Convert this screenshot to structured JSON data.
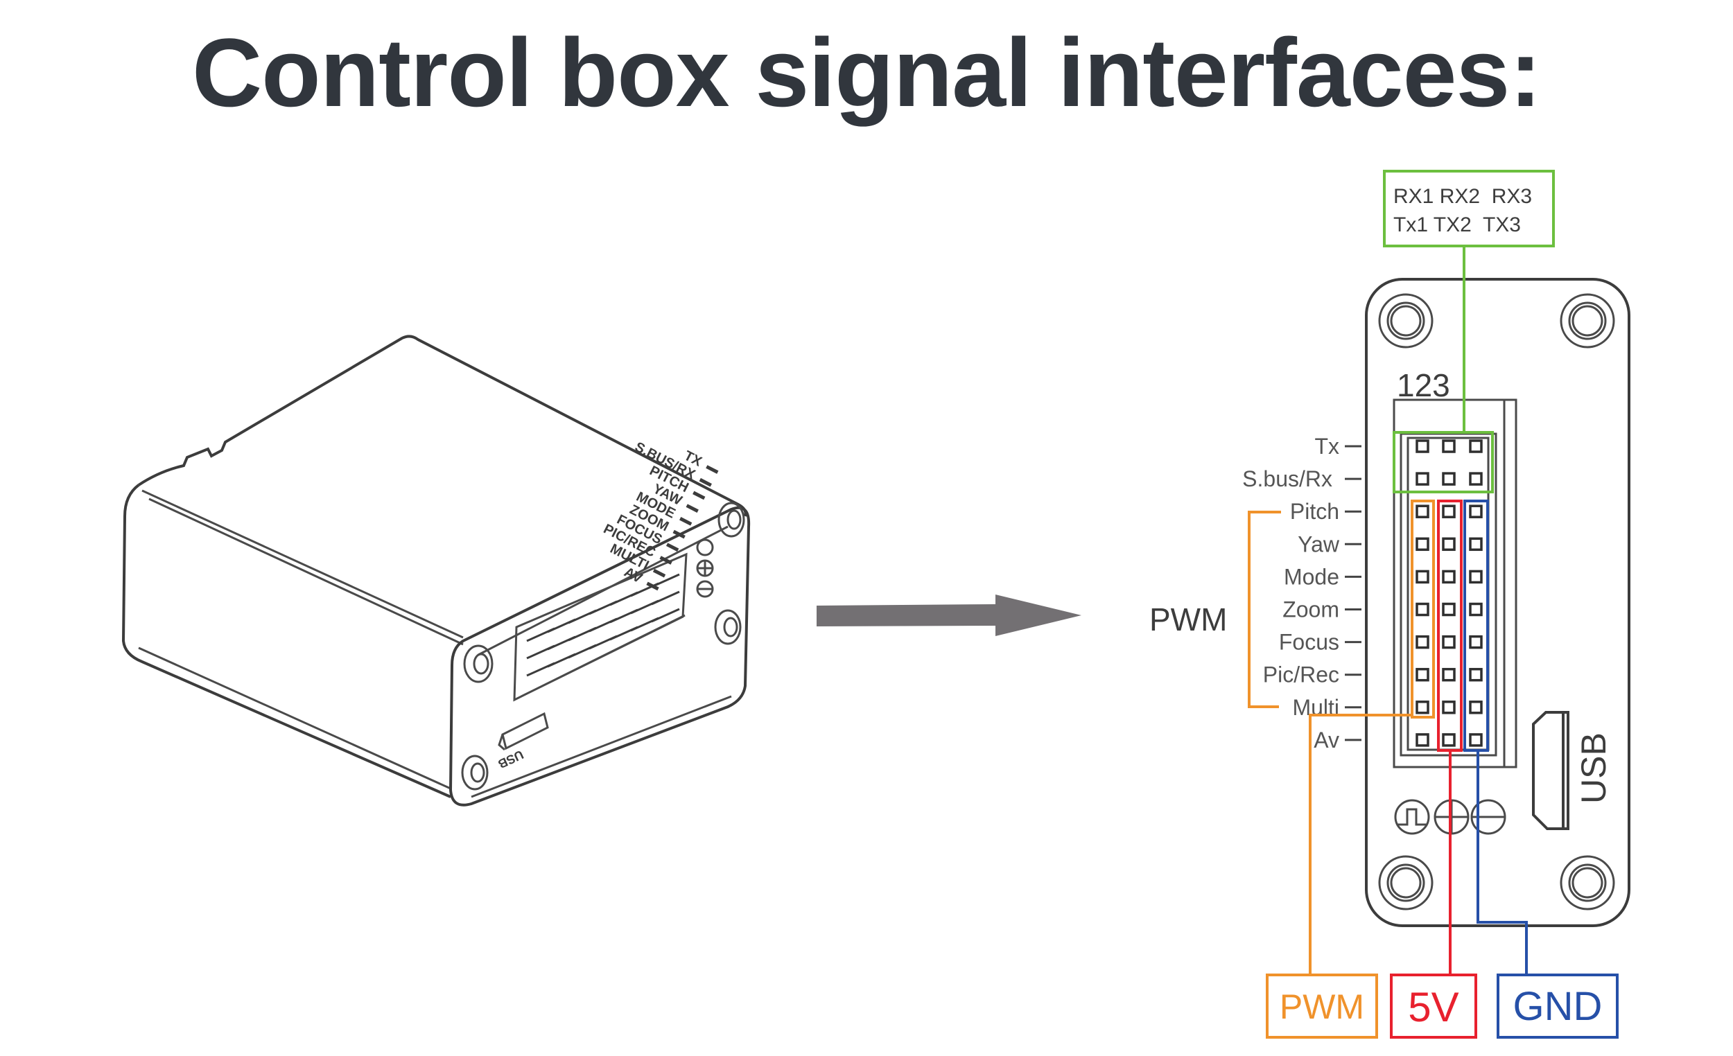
{
  "title": "Control box signal interfaces:",
  "box_drawing": {
    "labels": [
      "TX",
      "S.BUS/RX",
      "PITCH",
      "YAW",
      "MODE",
      "ZOOM",
      "FOCUS",
      "PIC/REC",
      "MULTI",
      "AV"
    ],
    "usb_label": "USB"
  },
  "arrow": {
    "icon": "arrow-right-icon",
    "color": "#737073"
  },
  "panel": {
    "column_numbers": "123",
    "uart_box": {
      "line1": "RX1 RX2  RX3",
      "line2": "Tx1 TX2  TX3",
      "color": "#6cbf3f"
    },
    "pin_labels": [
      "Tx",
      "S.bus/Rx",
      "Pitch",
      "Yaw",
      "Mode",
      "Zoom",
      "Focus",
      "Pic/Rec",
      "Multi",
      "Av"
    ],
    "pwm_group_label": "PWM",
    "pwm_group_range": [
      "Pitch",
      "Multi"
    ],
    "usb_label": "USB",
    "symbols": [
      "pwm-signal-icon",
      "plus-icon",
      "minus-icon"
    ]
  },
  "outputs": [
    {
      "label": "PWM",
      "color": "#f0922b"
    },
    {
      "label": "5V",
      "color": "#e8212e"
    },
    {
      "label": "GND",
      "color": "#2650a8"
    }
  ]
}
